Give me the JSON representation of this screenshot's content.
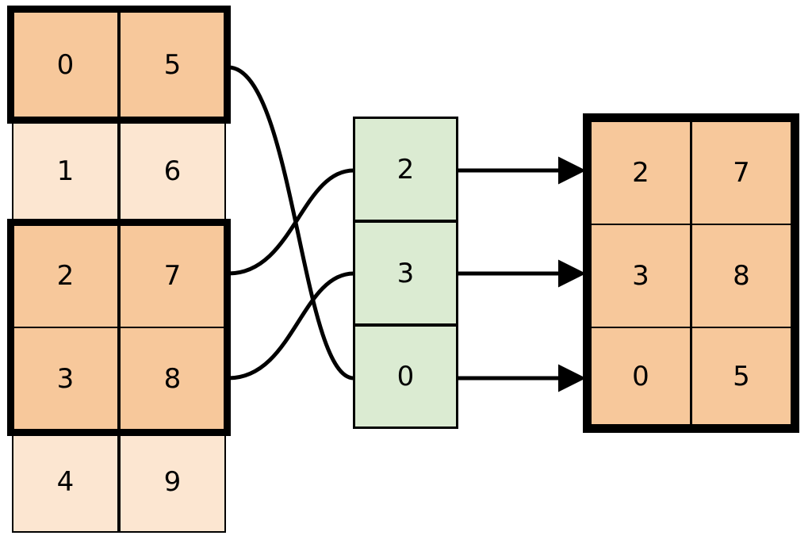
{
  "diagram": {
    "title": "array-gather-index-selection",
    "colors": {
      "highlight_fill": "#f7c89b",
      "plain_fill": "#fce6d1",
      "index_fill": "#dbebd2",
      "stroke": "#000000",
      "background": "#ffffff"
    }
  },
  "source_table": {
    "name": "source-array",
    "rows": [
      {
        "values": [
          "0",
          "5"
        ],
        "highlighted": true
      },
      {
        "values": [
          "1",
          "6"
        ],
        "highlighted": false
      },
      {
        "values": [
          "2",
          "7"
        ],
        "highlighted": true
      },
      {
        "values": [
          "3",
          "8"
        ],
        "highlighted": true
      },
      {
        "values": [
          "4",
          "9"
        ],
        "highlighted": false
      }
    ]
  },
  "index_column": {
    "name": "index-vector",
    "values": [
      "2",
      "3",
      "0"
    ]
  },
  "result_table": {
    "name": "result-array",
    "rows": [
      {
        "values": [
          "2",
          "7"
        ]
      },
      {
        "values": [
          "3",
          "8"
        ]
      },
      {
        "values": [
          "0",
          "5"
        ]
      }
    ]
  },
  "mapping": {
    "curves": [
      {
        "from_row": 0,
        "to_index_slot": 2
      },
      {
        "from_row": 2,
        "to_index_slot": 0
      },
      {
        "from_row": 3,
        "to_index_slot": 1
      }
    ],
    "arrows": [
      {
        "from_index_slot": 0,
        "to_result_row": 0
      },
      {
        "from_index_slot": 1,
        "to_result_row": 1
      },
      {
        "from_index_slot": 2,
        "to_result_row": 2
      }
    ]
  }
}
